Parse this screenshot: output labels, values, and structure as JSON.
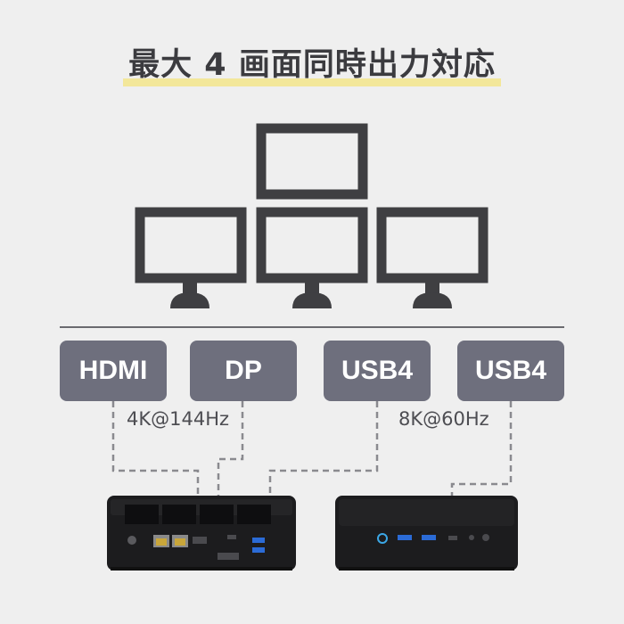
{
  "title": "最大 4 画面同時出力対応",
  "ports": [
    {
      "label": "HDMI"
    },
    {
      "label": "DP"
    },
    {
      "label": "USB4"
    },
    {
      "label": "USB4"
    }
  ],
  "specs": {
    "left": "4K@144Hz",
    "right": "8K@60Hz"
  },
  "colors": {
    "background": "#efefef",
    "monitor": "#3f3f42",
    "port_badge": "#6e6f7d",
    "title_highlight": "#f3e79a"
  }
}
